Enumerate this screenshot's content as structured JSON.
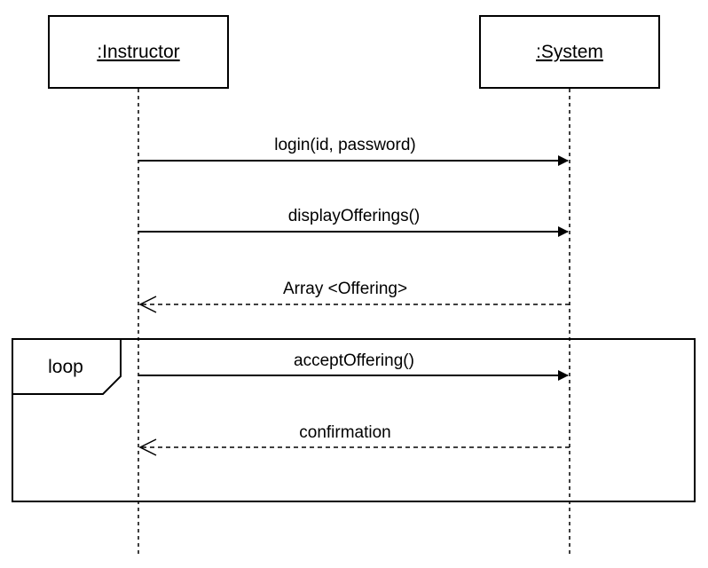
{
  "participants": [
    {
      "name": ":Instructor"
    },
    {
      "name": ":System"
    }
  ],
  "messages": [
    {
      "label": "login(id, password)",
      "from": ":Instructor",
      "to": ":System",
      "kind": "sync"
    },
    {
      "label": "displayOfferings()",
      "from": ":Instructor",
      "to": ":System",
      "kind": "sync"
    },
    {
      "label": "Array <Offering>",
      "from": ":System",
      "to": ":Instructor",
      "kind": "return"
    },
    {
      "label": "acceptOffering()",
      "from": ":Instructor",
      "to": ":System",
      "kind": "sync"
    },
    {
      "label": "confirmation",
      "from": ":System",
      "to": ":Instructor",
      "kind": "return"
    }
  ],
  "loop_frame": {
    "label": "loop"
  }
}
